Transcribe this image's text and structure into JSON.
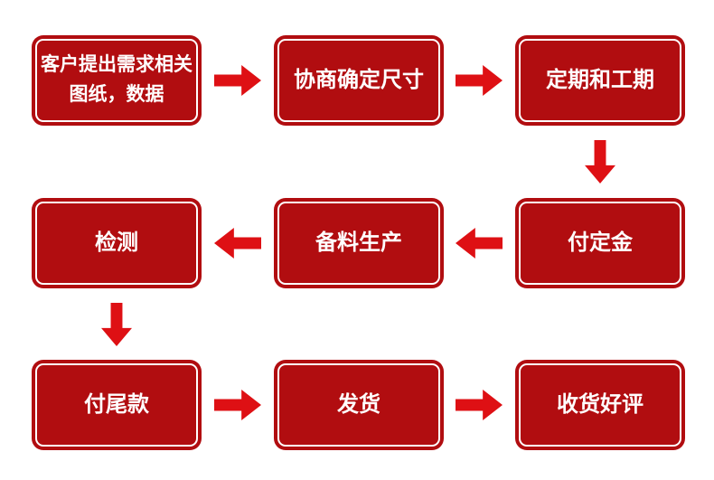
{
  "colors": {
    "box_fill": "#b10d10",
    "box_border_inner": "#ffffff",
    "arrow": "#de1014",
    "text": "#ffffff",
    "background": "#ffffff"
  },
  "diagram": {
    "type": "flowchart",
    "steps": [
      {
        "id": 1,
        "label": "客户提出需求相关\n图纸，数据"
      },
      {
        "id": 2,
        "label": "协商确定尺寸"
      },
      {
        "id": 3,
        "label": "定期和工期"
      },
      {
        "id": 4,
        "label": "付定金"
      },
      {
        "id": 5,
        "label": "备料生产"
      },
      {
        "id": 6,
        "label": "检测"
      },
      {
        "id": 7,
        "label": "付尾款"
      },
      {
        "id": 8,
        "label": "发货"
      },
      {
        "id": 9,
        "label": "收货好评"
      }
    ],
    "connections": [
      {
        "from": 1,
        "to": 2,
        "direction": "right"
      },
      {
        "from": 2,
        "to": 3,
        "direction": "right"
      },
      {
        "from": 3,
        "to": 4,
        "direction": "down"
      },
      {
        "from": 4,
        "to": 5,
        "direction": "left"
      },
      {
        "from": 5,
        "to": 6,
        "direction": "left"
      },
      {
        "from": 6,
        "to": 7,
        "direction": "down"
      },
      {
        "from": 7,
        "to": 8,
        "direction": "right"
      },
      {
        "from": 8,
        "to": 9,
        "direction": "right"
      }
    ]
  }
}
